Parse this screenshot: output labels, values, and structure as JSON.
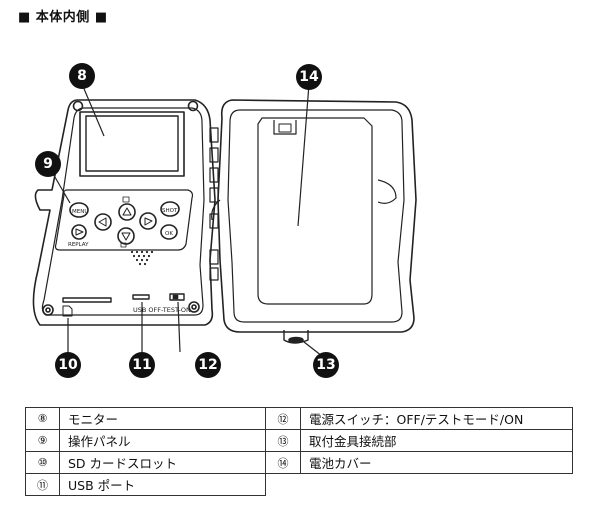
{
  "section_title": "■ 本体内側 ■",
  "callouts": {
    "c8": "8",
    "c9": "9",
    "c10": "10",
    "c11": "11",
    "c12": "12",
    "c13": "13",
    "c14": "14"
  },
  "panel_labels": {
    "menu": "MENU",
    "shot": "SHOT",
    "ok": "OK",
    "replay": "REPLAY",
    "switch": "USB OFF-TEST-ON"
  },
  "legend": {
    "rows": [
      {
        "left_num": "⑧",
        "left_label": "モニター",
        "right_num": "⑫",
        "right_label": "電源スイッチ：OFF/テストモード/ON"
      },
      {
        "left_num": "⑨",
        "left_label": "操作パネル",
        "right_num": "⑬",
        "right_label": "取付金具接続部"
      },
      {
        "left_num": "⑩",
        "left_label": "SD カードスロット",
        "right_num": "⑭",
        "right_label": "電池カバー"
      },
      {
        "left_num": "⑪",
        "left_label": "USB ポート",
        "right_num": "",
        "right_label": ""
      }
    ]
  }
}
